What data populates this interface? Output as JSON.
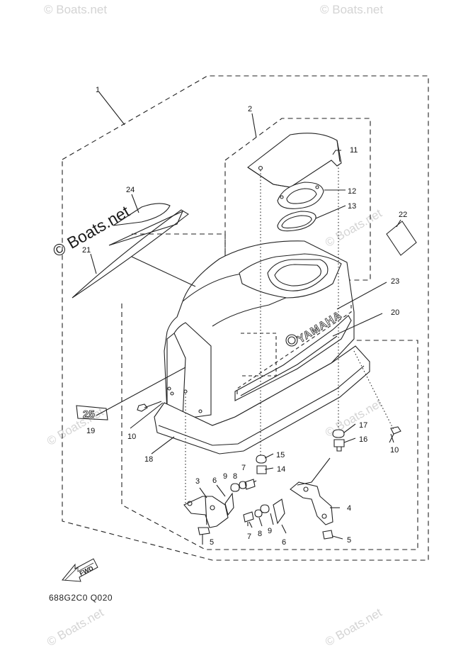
{
  "watermark": "© Boats.net",
  "diagram_code": "688G2C0 Q020",
  "cowling_brand": "YAMAHA",
  "decal_19_text": "25",
  "fwd_label": "FWD",
  "callouts": {
    "c1": "1",
    "c2": "2",
    "c3": "3",
    "c4": "4",
    "c5a": "5",
    "c5b": "5",
    "c6a": "6",
    "c6b": "6",
    "c7a": "7",
    "c7b": "7",
    "c8a": "8",
    "c8b": "8",
    "c9a": "9",
    "c9b": "9",
    "c10a": "10",
    "c10b": "10",
    "c11": "11",
    "c12": "12",
    "c13": "13",
    "c14": "14",
    "c15": "15",
    "c16": "16",
    "c17": "17",
    "c18": "18",
    "c19": "19",
    "c20": "20",
    "c21": "21",
    "c22": "22",
    "c23": "23",
    "c24": "24"
  }
}
